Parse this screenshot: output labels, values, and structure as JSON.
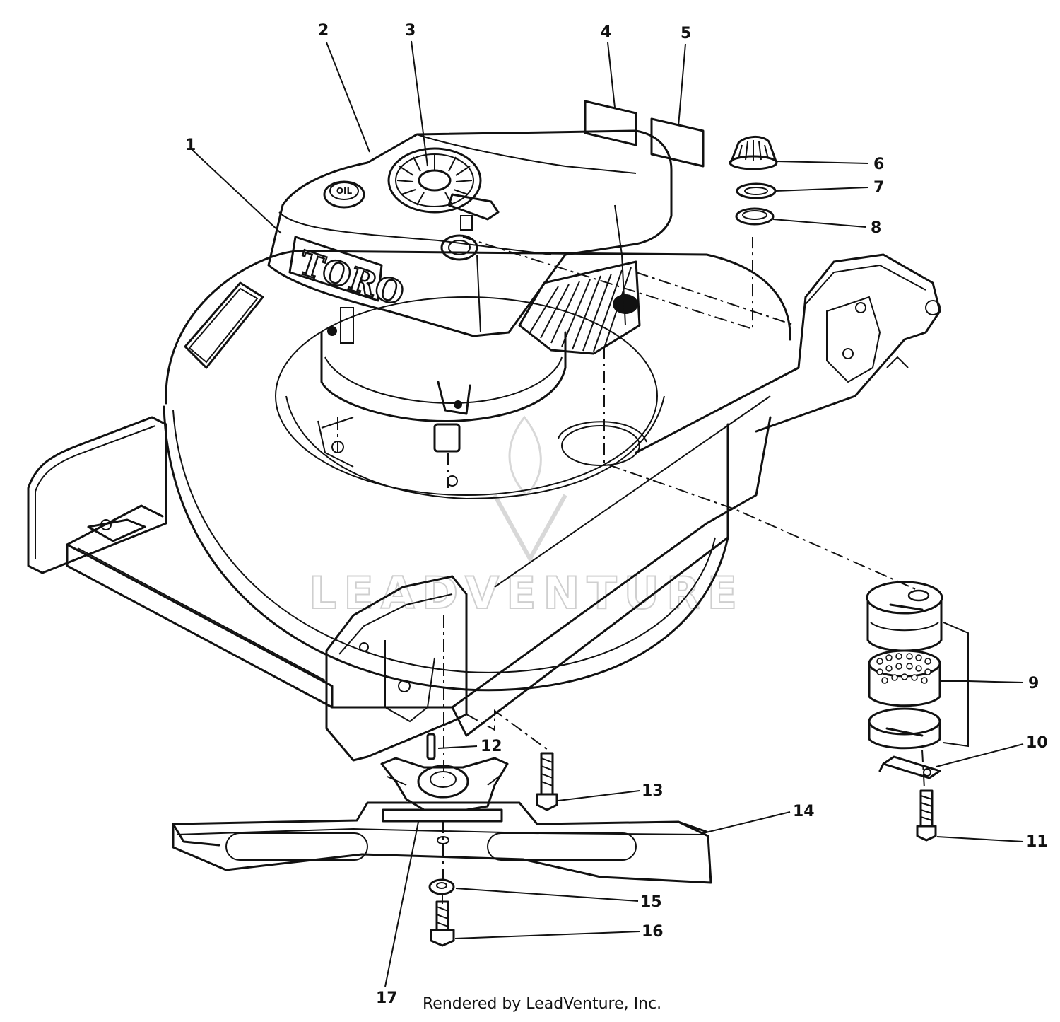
{
  "brand_label": "TORO",
  "oil_cap_text": "OIL",
  "watermark_text": "LEADVENTURE",
  "credit_text": "Rendered by LeadVenture, Inc.",
  "callouts": [
    {
      "id": "c1",
      "label": "1"
    },
    {
      "id": "c2",
      "label": "2"
    },
    {
      "id": "c3",
      "label": "3"
    },
    {
      "id": "c4",
      "label": "4"
    },
    {
      "id": "c5",
      "label": "5"
    },
    {
      "id": "c6",
      "label": "6"
    },
    {
      "id": "c7",
      "label": "7"
    },
    {
      "id": "c8",
      "label": "8"
    },
    {
      "id": "c9",
      "label": "9"
    },
    {
      "id": "c10",
      "label": "10"
    },
    {
      "id": "c11",
      "label": "11"
    },
    {
      "id": "c12",
      "label": "12"
    },
    {
      "id": "c13",
      "label": "13"
    },
    {
      "id": "c14",
      "label": "14"
    },
    {
      "id": "c15",
      "label": "15"
    },
    {
      "id": "c16",
      "label": "16"
    },
    {
      "id": "c17",
      "label": "17"
    }
  ]
}
